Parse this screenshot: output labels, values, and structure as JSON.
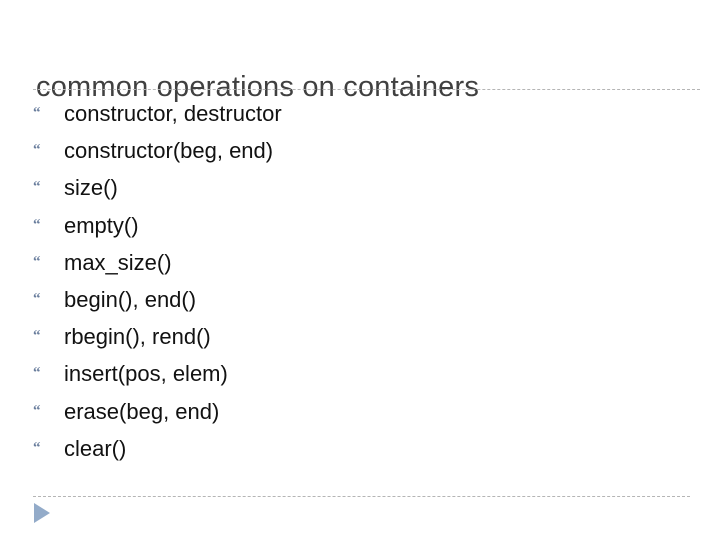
{
  "slide": {
    "title": "common operations on containers",
    "background_color": "#ffffff",
    "title_color": "#404040",
    "body_text_color": "#121212",
    "bullet_color": "#6b7f9e",
    "rule_color": "#b5b5b5",
    "accent_color": "#93abc9",
    "top_rule": "dashed-separator-top",
    "bottom_rule": "dashed-separator-bottom",
    "bullet_glyph": "“",
    "navigation_icon": "play-triangle-icon",
    "items": [
      {
        "label": "constructor, destructor"
      },
      {
        "label": "constructor(beg, end)"
      },
      {
        "label": "size()"
      },
      {
        "label": "empty()"
      },
      {
        "label": "max_size()"
      },
      {
        "label": "begin(), end()"
      },
      {
        "label": "rbegin(), rend()"
      },
      {
        "label": "insert(pos, elem)"
      },
      {
        "label": "erase(beg, end)"
      },
      {
        "label": "clear()"
      }
    ]
  }
}
